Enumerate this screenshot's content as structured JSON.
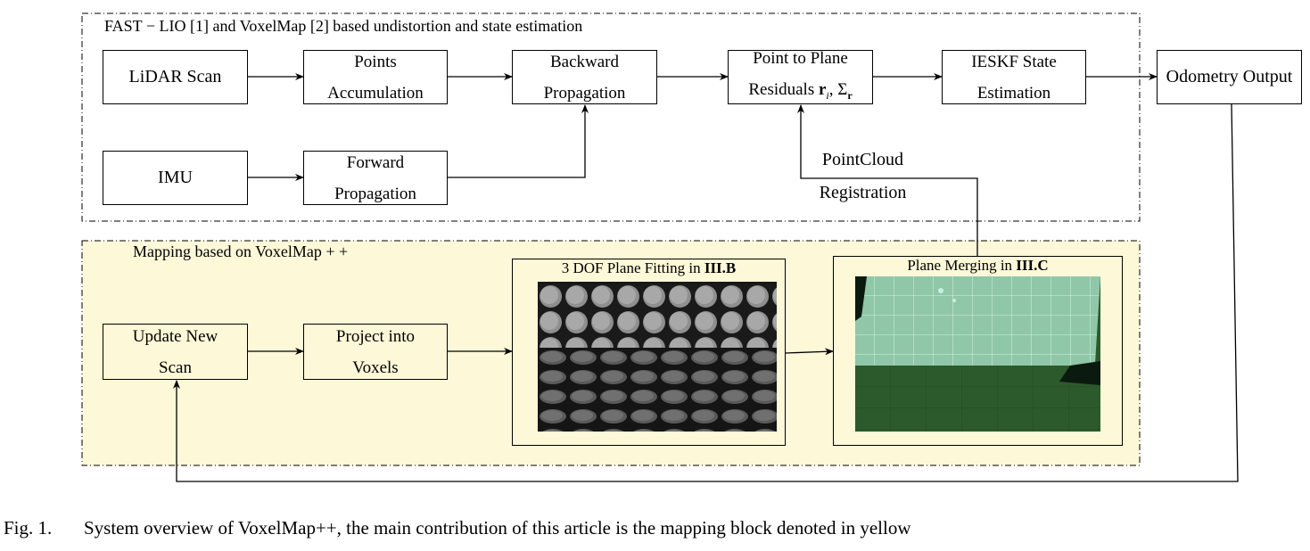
{
  "regions": {
    "estimation_title_prefix": "FAST",
    "estimation_title_dash": "−",
    "estimation_title_rest": "LIO [1] and VoxelMap [2] based undistortion and state estimation",
    "mapping_title": "Mapping based on VoxelMap + +"
  },
  "nodes": {
    "lidar_scan": "LiDAR Scan",
    "points_accumulation_line1": "Points",
    "points_accumulation_line2": "Accumulation",
    "backward_propagation_line1": "Backward",
    "backward_propagation_line2": "Propagation",
    "residuals_line1": "Point to Plane",
    "residuals_line2_prefix": "Residuals",
    "residuals_r": "r",
    "residuals_sub_i": "i",
    "residuals_sigma": ", Σ",
    "residuals_sub_r": "r",
    "ieskf_line1": "IESKF State",
    "ieskf_line2": "Estimation",
    "odometry_output": "Odometry Output",
    "imu": "IMU",
    "forward_propagation_line1": "Forward",
    "forward_propagation_line2": "Propagation",
    "update_new_scan_line1": "Update New",
    "update_new_scan_line2": "Scan",
    "project_voxels_line1": "Project into",
    "project_voxels_line2": "Voxels"
  },
  "edge_labels": {
    "pointcloud_registration_line1": "PointCloud",
    "pointcloud_registration_line2": "Registration"
  },
  "panels": {
    "plane_fitting_prefix": "3 DOF Plane Fitting in ",
    "plane_fitting_section": "III.B",
    "plane_merging_prefix": "Plane Merging in ",
    "plane_merging_section": "III.C"
  },
  "caption": {
    "figure_number": "Fig. 1.",
    "text": "System overview of VoxelMap++, the main contribution of this article is the mapping block denoted in yellow"
  },
  "colors": {
    "mapping_region_fill": "#fdf8d8",
    "plane_merging_surface": "#8fc7a8",
    "plane_merging_floor": "#2d5a2c"
  }
}
